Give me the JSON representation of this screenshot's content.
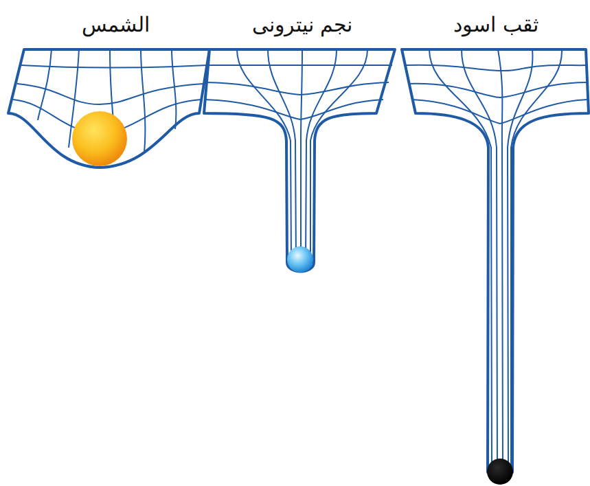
{
  "diagram": {
    "labels": [
      "الشمس",
      "نجم نیترونی",
      "ثقب اسود"
    ]
  }
}
